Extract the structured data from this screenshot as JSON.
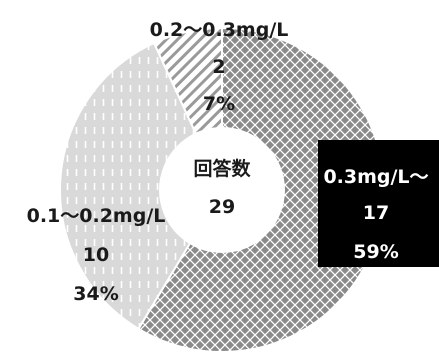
{
  "chart_data": {
    "type": "pie",
    "variant": "donut",
    "center_label": "回答数",
    "center_value": "29",
    "slices": [
      {
        "name": "0.3mg/L〜",
        "count": "17",
        "percent": "59%",
        "value": 17,
        "pattern": "crosshatch",
        "label_style": "inverted"
      },
      {
        "name": "0.1〜0.2mg/L",
        "count": "10",
        "percent": "34%",
        "value": 10,
        "pattern": "vertical-dash",
        "label_style": "normal"
      },
      {
        "name": "0.2〜0.3mg/L",
        "count": "2",
        "percent": "7%",
        "value": 2,
        "pattern": "diagonal",
        "label_style": "normal"
      }
    ]
  }
}
